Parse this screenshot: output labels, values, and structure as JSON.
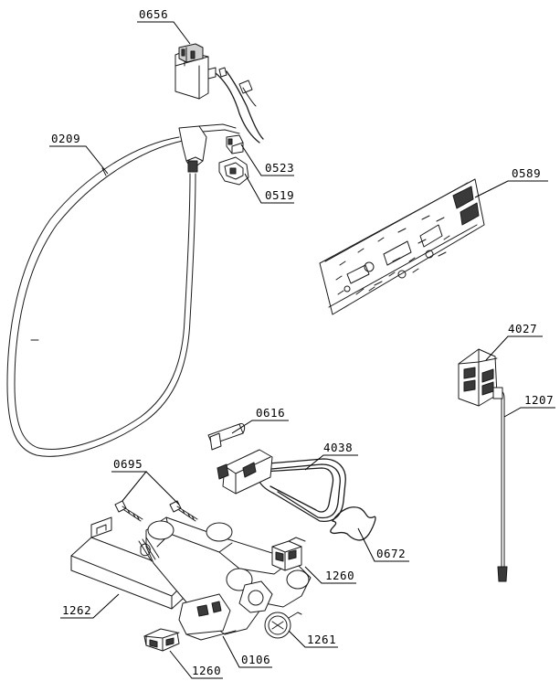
{
  "parts": [
    {
      "id": "p0656",
      "number": "0656"
    },
    {
      "id": "p0209",
      "number": "0209"
    },
    {
      "id": "p0523",
      "number": "0523"
    },
    {
      "id": "p0519",
      "number": "0519"
    },
    {
      "id": "p0589",
      "number": "0589"
    },
    {
      "id": "p4027",
      "number": "4027"
    },
    {
      "id": "p1207",
      "number": "1207"
    },
    {
      "id": "p0616",
      "number": "0616"
    },
    {
      "id": "p4038",
      "number": "4038"
    },
    {
      "id": "p0695",
      "number": "0695"
    },
    {
      "id": "p0672",
      "number": "0672"
    },
    {
      "id": "p1260a",
      "number": "1260"
    },
    {
      "id": "p1262",
      "number": "1262"
    },
    {
      "id": "p1261",
      "number": "1261"
    },
    {
      "id": "p0106",
      "number": "0106"
    },
    {
      "id": "p1260b",
      "number": "1260"
    }
  ]
}
